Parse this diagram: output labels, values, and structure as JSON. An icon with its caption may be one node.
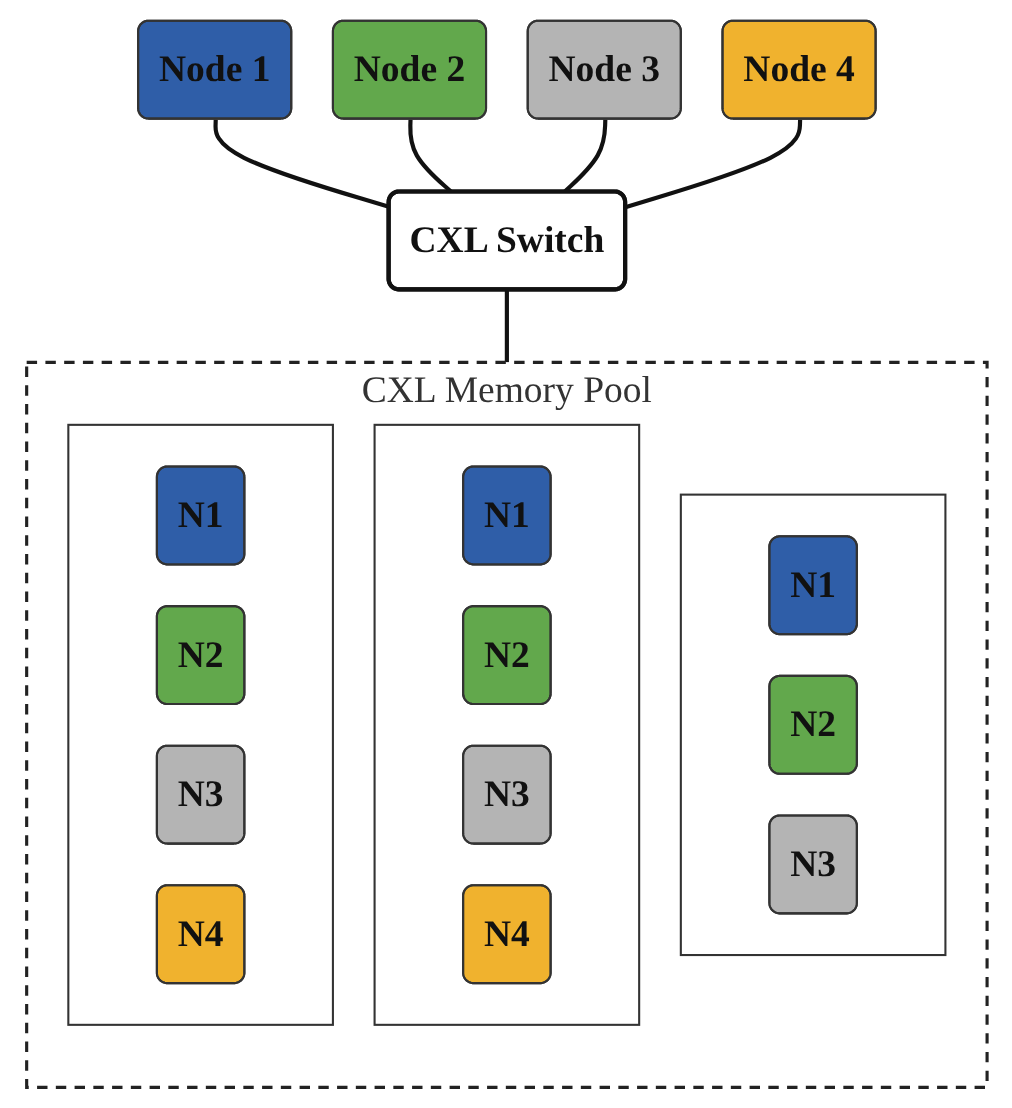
{
  "diagram": {
    "nodes": [
      {
        "text": [
          "Node 1"
        ]
      },
      {
        "text": [
          "Node 2"
        ]
      },
      {
        "text": [
          "Node 3"
        ]
      },
      {
        "text": [
          "Node 4"
        ]
      },
      {
        "text": [
          "CXL Switch"
        ]
      },
      {
        "text": [
          "CXL Memory Pool"
        ]
      },
      {
        "text": [],
        "shape": "bar",
        "in": 5
      },
      {
        "text": [
          "N1"
        ],
        "in": 6
      },
      {
        "text": [
          "N2"
        ],
        "in": 6
      },
      {
        "text": [
          "N3"
        ],
        "in": 6
      },
      {
        "text": [],
        "shape": "bar",
        "in": 5
      },
      {
        "text": [
          "N1"
        ],
        "in": 10
      },
      {
        "text": [
          "N2"
        ],
        "in": 10
      },
      {
        "text": [
          "N3"
        ],
        "in": 10
      },
      {
        "text": [
          "N4"
        ],
        "in": 10
      },
      {
        "text": [],
        "shape": "bar",
        "in": 5
      },
      {
        "text": [
          "N1"
        ],
        "in": 15
      },
      {
        "text": [
          "N2"
        ],
        "in": 15
      },
      {
        "text": [
          "N3"
        ],
        "in": 15
      },
      {
        "text": [
          "N4"
        ],
        "in": 15
      }
    ],
    "edges": [
      {
        "from": 0,
        "to": 4,
        "arrow": "none"
      },
      {
        "from": 1,
        "to": 4,
        "arrow": "none"
      },
      {
        "from": 2,
        "to": 4,
        "arrow": "none"
      },
      {
        "from": 3,
        "to": 4,
        "arrow": "none"
      },
      {
        "from": 4,
        "to": 5,
        "arrow": "none"
      }
    ]
  }
}
